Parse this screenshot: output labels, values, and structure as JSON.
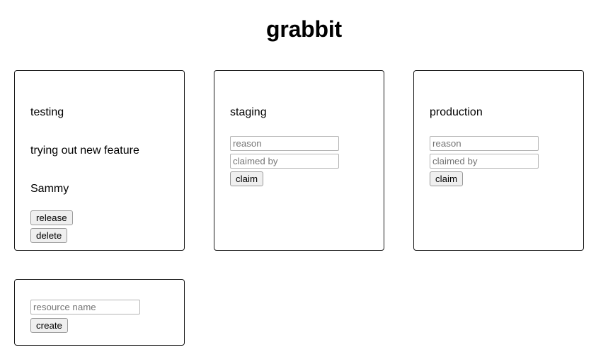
{
  "app": {
    "title": "grabbit"
  },
  "resources": [
    {
      "name": "testing",
      "claimed": true,
      "reason": "trying out new feature",
      "claimed_by": "Sammy",
      "release_label": "release",
      "delete_label": "delete"
    },
    {
      "name": "staging",
      "claimed": false,
      "reason_placeholder": "reason",
      "claimed_by_placeholder": "claimed by",
      "claim_label": "claim"
    },
    {
      "name": "production",
      "claimed": false,
      "reason_placeholder": "reason",
      "claimed_by_placeholder": "claimed by",
      "claim_label": "claim"
    }
  ],
  "create_form": {
    "resource_name_placeholder": "resource name",
    "create_label": "create"
  },
  "colors": {
    "page_background": "#ffffff",
    "text": "#000000",
    "card_border": "#1a1a1a",
    "input_border": "#b4b4b4",
    "placeholder_text": "#757575",
    "button_background": "#efefef",
    "button_border": "#9a9a9a"
  }
}
